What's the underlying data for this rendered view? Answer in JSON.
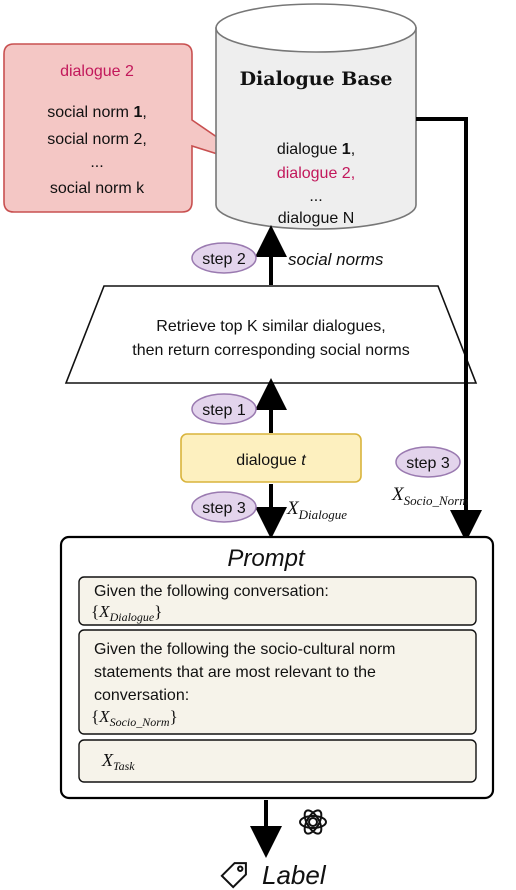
{
  "callout": {
    "title": "dialogue 2",
    "lines": [
      "social norm ",
      "social norm 2,",
      "...",
      "social norm k"
    ],
    "line1_bold": "1",
    "line1_tail": ","
  },
  "db": {
    "title": "Dialogue Base",
    "item1": "dialogue ",
    "item1_bold": "1",
    "item1_tail": ",",
    "item2": "dialogue 2,",
    "ellipsis": "...",
    "itemN": "dialogue N"
  },
  "steps": {
    "step2": "step 2",
    "step1": "step 1",
    "step3a": "step 3",
    "step3b": "step 3"
  },
  "social_norms_label": "social norms",
  "retrieve": {
    "line1": "Retrieve top K similar dialogues,",
    "line2": "then return corresponding social norms"
  },
  "dialogue_t": {
    "prefix": "dialogue ",
    "var": "t"
  },
  "x_dialogue": {
    "base": "X",
    "sub": "Dialogue"
  },
  "x_socio": {
    "base": "X",
    "sub": "Socio_Norm"
  },
  "prompt": {
    "title": "Prompt",
    "box1_line1": "Given the following conversation:",
    "box2_line1": "Given the following the socio-cultural norm",
    "box2_line2": "statements that are most relevant to the",
    "box2_line3": "conversation:",
    "x_task_sub": "Task"
  },
  "output": {
    "label": "Label"
  },
  "colors": {
    "pink_text": "#c2185b",
    "callout_fill": "#f4c7c5",
    "callout_stroke": "#c85050",
    "step_fill": "#e3d4ec",
    "step_stroke": "#9a7ab0",
    "dialogue_fill": "#fdf0bf",
    "dialogue_stroke": "#d9b43c",
    "prompt_inner_fill": "#f6f3ea"
  },
  "icons": [
    "openai-logo-icon",
    "tag-icon",
    "database-icon"
  ]
}
